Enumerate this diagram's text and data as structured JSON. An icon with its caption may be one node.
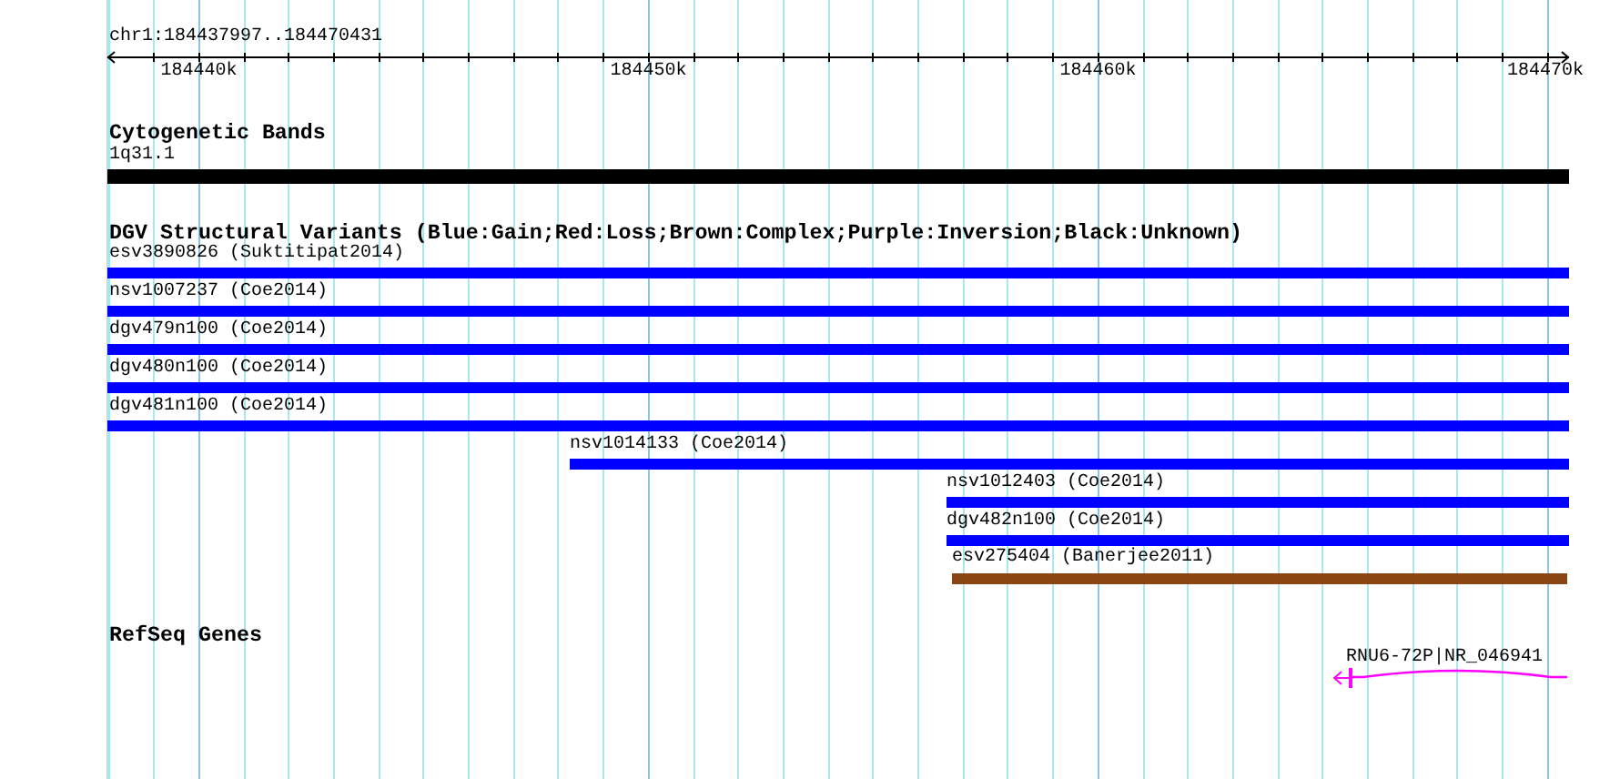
{
  "diagram": {
    "nodes": [
      {
        "text": [
          "1q31.1"
        ]
      },
      {
        "text": [
          "esv3890826 (Suktitipat2014)"
        ]
      },
      {
        "text": [
          "nsv1007237 (Coe2014)"
        ]
      },
      {
        "text": [
          "dgv479n100 (Coe2014)"
        ]
      },
      {
        "text": [
          "dgv480n100 (Coe2014)"
        ]
      },
      {
        "text": [
          "dgv481n100 (Coe2014)"
        ]
      },
      {
        "text": [
          "nsv1014133 (Coe2014)"
        ]
      },
      {
        "text": [
          "nsv1012403 (Coe2014)"
        ]
      },
      {
        "text": [
          "dgv482n100 (Coe2014)"
        ]
      },
      {
        "text": [
          "esv275404 (Banerjee2011)"
        ]
      },
      {
        "text": [
          "RNU6-72P|NR_046941"
        ]
      }
    ],
    "labels": [
      "chr1:184437997..184470431",
      "184440k",
      "184450k",
      "184460k",
      "184470k",
      "Cytogenetic Bands",
      "DGV Structural Variants (Blue:Gain;Red:Loss;Brown:Complex;Purple:Inversion;Black:Unknown)",
      "RefSeq Genes"
    ]
  }
}
